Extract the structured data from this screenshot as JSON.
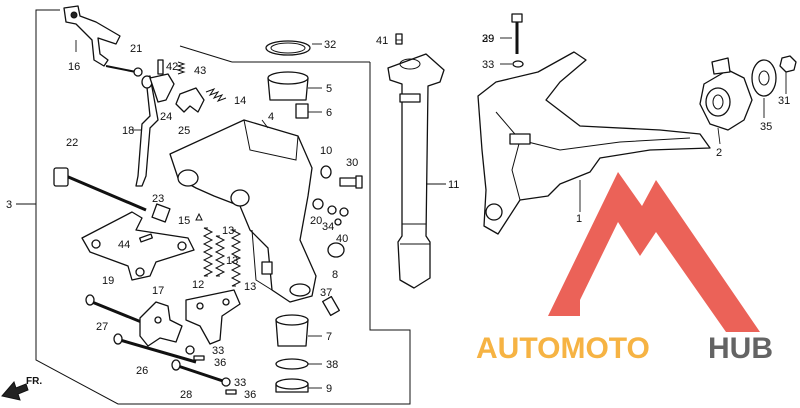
{
  "callouts": [
    {
      "id": "c1",
      "text": "1"
    },
    {
      "id": "c2",
      "text": "2"
    },
    {
      "id": "c3",
      "text": "3"
    },
    {
      "id": "c4",
      "text": "4"
    },
    {
      "id": "c5",
      "text": "5"
    },
    {
      "id": "c6",
      "text": "6"
    },
    {
      "id": "c7",
      "text": "7"
    },
    {
      "id": "c8",
      "text": "8"
    },
    {
      "id": "c9",
      "text": "9"
    },
    {
      "id": "c10",
      "text": "10"
    },
    {
      "id": "c11",
      "text": "11"
    },
    {
      "id": "c12",
      "text": "12"
    },
    {
      "id": "c13a",
      "text": "13"
    },
    {
      "id": "c13b",
      "text": "13"
    },
    {
      "id": "c13c",
      "text": "13"
    },
    {
      "id": "c14",
      "text": "14"
    },
    {
      "id": "c15",
      "text": "15"
    },
    {
      "id": "c16",
      "text": "16"
    },
    {
      "id": "c17",
      "text": "17"
    },
    {
      "id": "c18",
      "text": "18"
    },
    {
      "id": "c19",
      "text": "19"
    },
    {
      "id": "c20",
      "text": "20"
    },
    {
      "id": "c21",
      "text": "21"
    },
    {
      "id": "c22",
      "text": "22"
    },
    {
      "id": "c23",
      "text": "23"
    },
    {
      "id": "c24",
      "text": "24"
    },
    {
      "id": "c25",
      "text": "25"
    },
    {
      "id": "c26",
      "text": "26"
    },
    {
      "id": "c27",
      "text": "27"
    },
    {
      "id": "c28",
      "text": "28"
    },
    {
      "id": "c29",
      "text": "29"
    },
    {
      "id": "c30",
      "text": "30"
    },
    {
      "id": "c31",
      "text": "31"
    },
    {
      "id": "c32",
      "text": "32"
    },
    {
      "id": "c33a",
      "text": "33"
    },
    {
      "id": "c33b",
      "text": "33"
    },
    {
      "id": "c33c",
      "text": "33"
    },
    {
      "id": "c34",
      "text": "34"
    },
    {
      "id": "c35",
      "text": "35"
    },
    {
      "id": "c36a",
      "text": "36"
    },
    {
      "id": "c36b",
      "text": "36"
    },
    {
      "id": "c37",
      "text": "37"
    },
    {
      "id": "c38",
      "text": "38"
    },
    {
      "id": "c39",
      "text": "39"
    },
    {
      "id": "c40",
      "text": "40"
    },
    {
      "id": "c41",
      "text": "41"
    },
    {
      "id": "c42",
      "text": "42"
    },
    {
      "id": "c43",
      "text": "43"
    },
    {
      "id": "c44",
      "text": "44"
    }
  ],
  "direction_label": "FR.",
  "watermark": {
    "part1": "AUTOMOTO",
    "part2": "HUB",
    "color1": "#f5a623",
    "color2": "#4a4a4a",
    "triangle_color": "#e8473b"
  }
}
